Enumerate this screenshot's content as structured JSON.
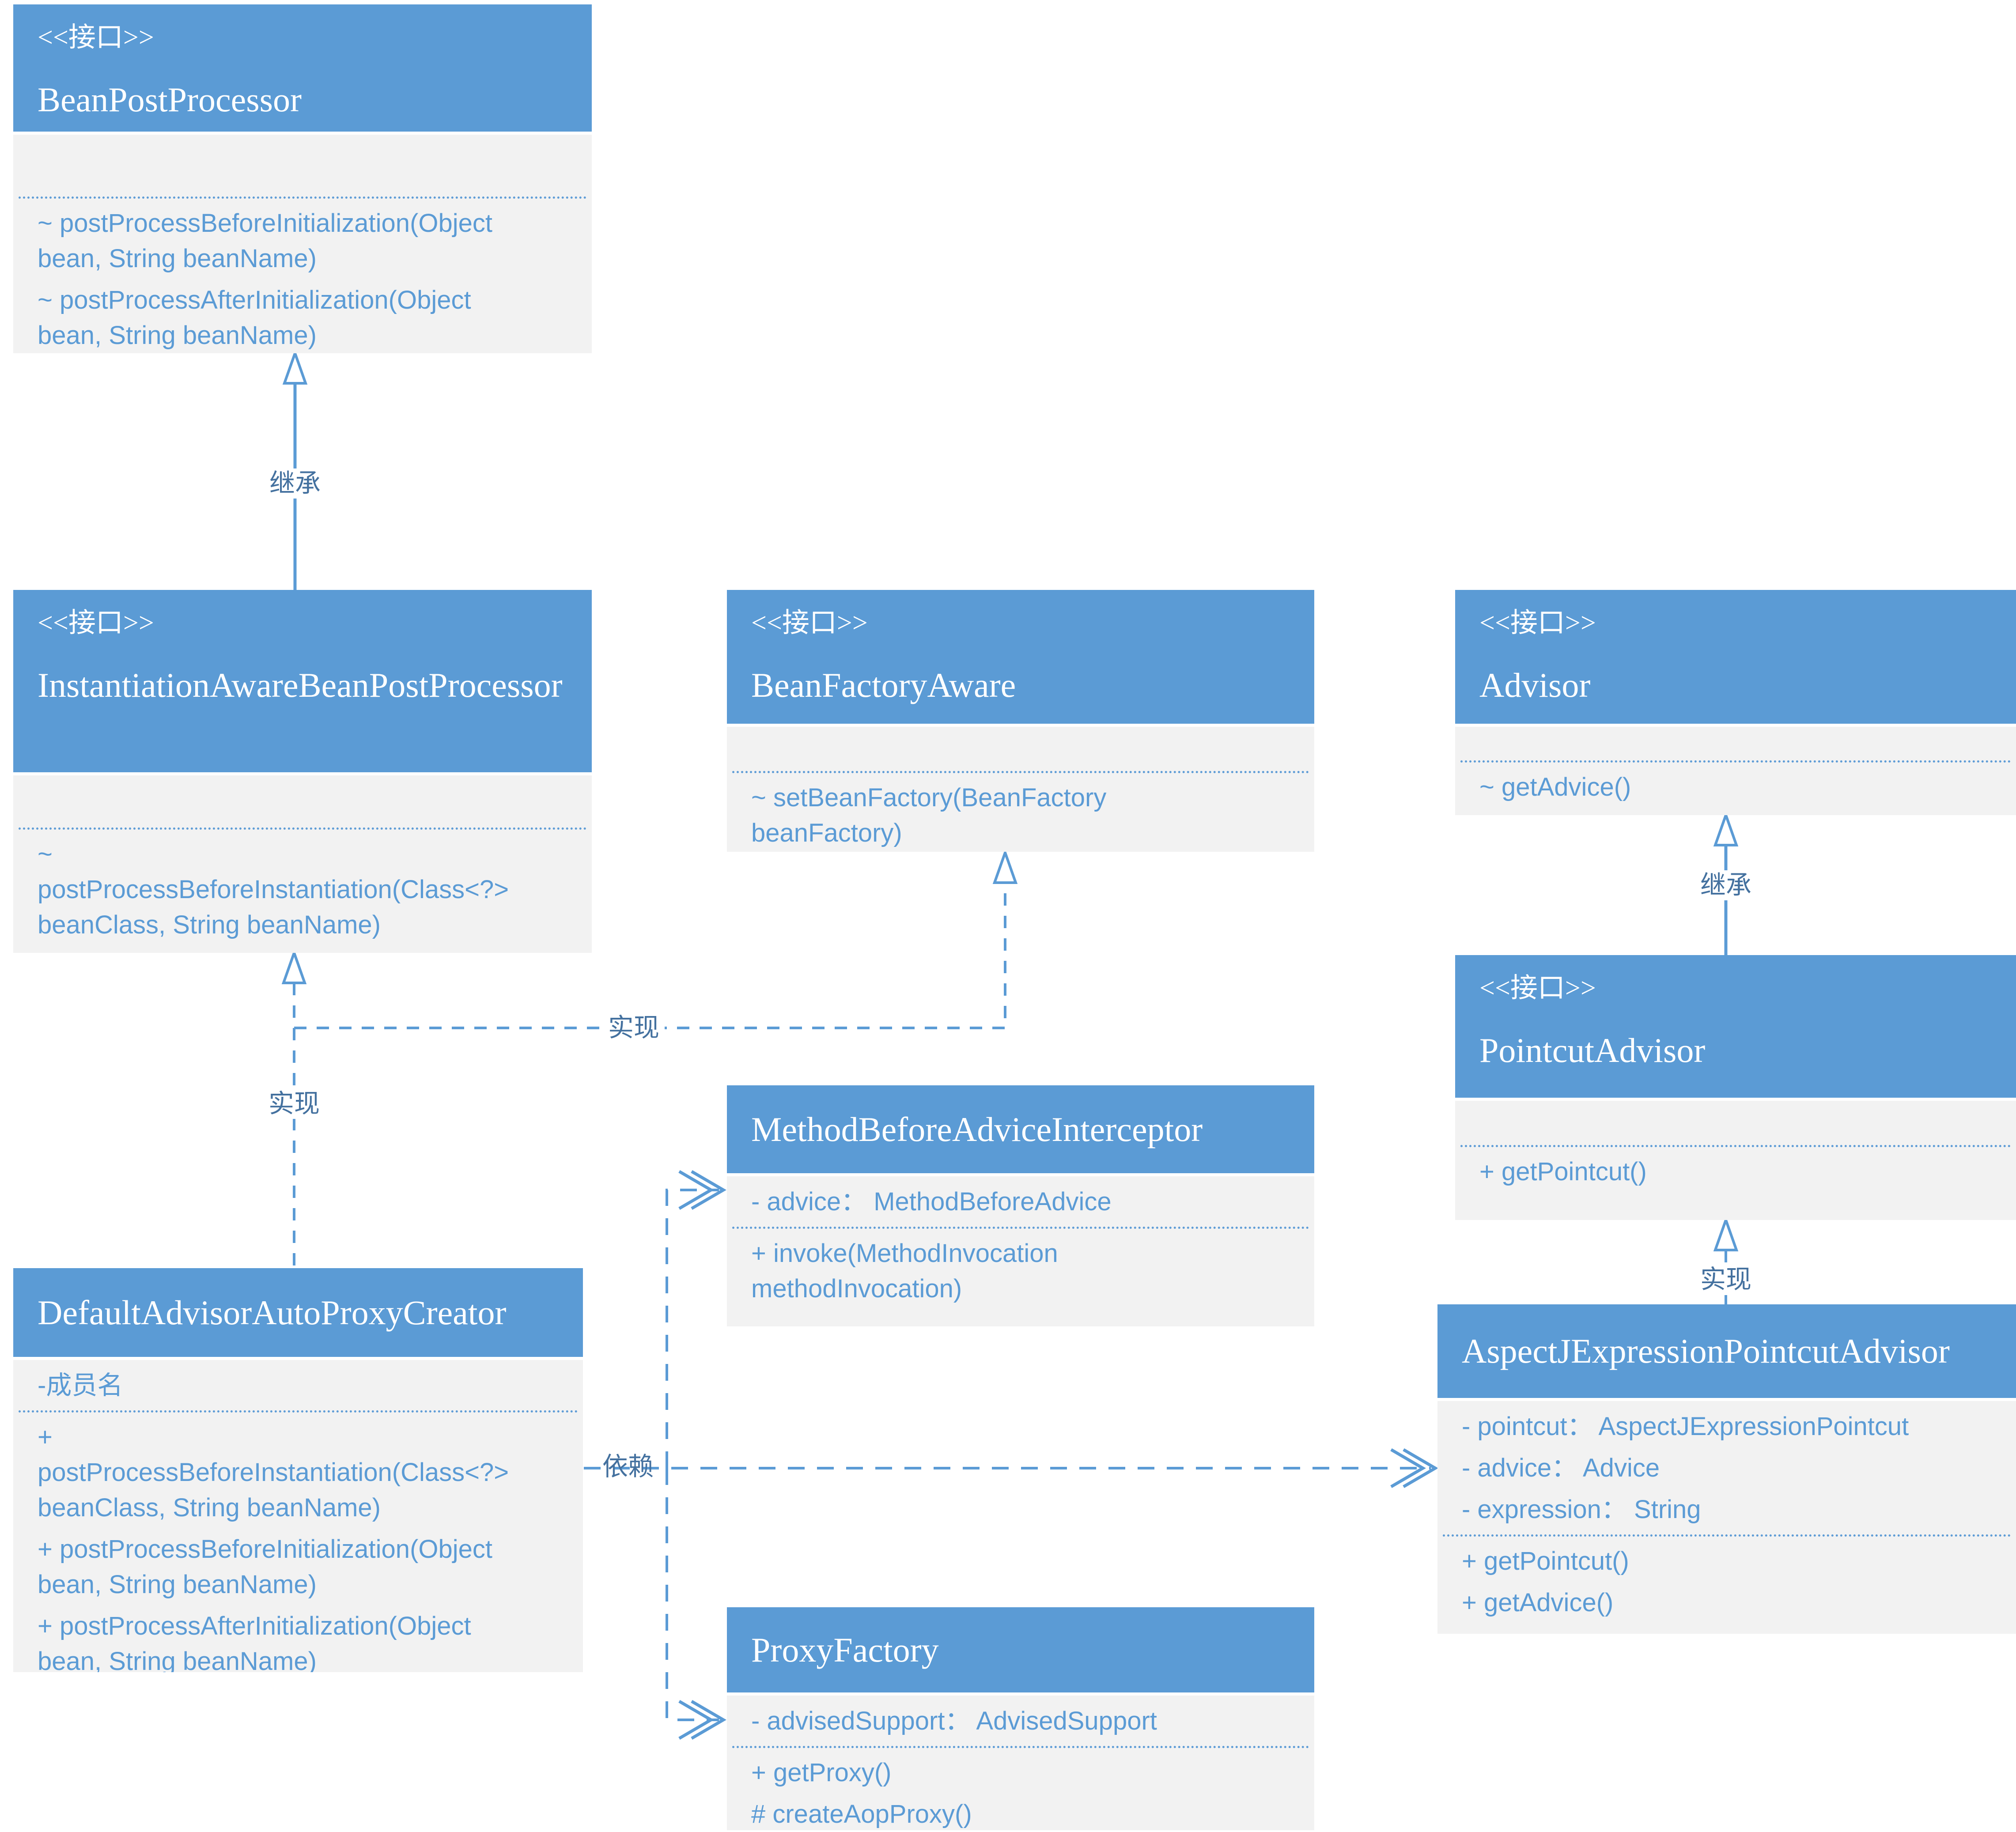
{
  "colors": {
    "header_blue": "#5B9BD5",
    "body_gray": "#F2F2F2",
    "member_text_blue": "#5B9BD5",
    "connector_blue": "#5B9BD5",
    "relation_label_blue": "#44719F",
    "header_text": "#FFFFFF"
  },
  "classes": {
    "bpp": {
      "stereotype": "<<接口>>",
      "name": "BeanPostProcessor",
      "methods": [
        "~ postProcessBeforeInitialization(Object\nbean, String beanName)",
        "~ postProcessAfterInitialization(Object\nbean, String beanName)"
      ]
    },
    "iabpp": {
      "stereotype": "<<接口>>",
      "name": "InstantiationAwareBeanPostProcessor",
      "methods": [
        "~\npostProcessBeforeInstantiation(Class<?>\nbeanClass, String beanName)"
      ]
    },
    "bfa": {
      "stereotype": "<<接口>>",
      "name": "BeanFactoryAware",
      "methods": [
        "~ setBeanFactory(BeanFactory\nbeanFactory)"
      ]
    },
    "advisor": {
      "stereotype": "<<接口>>",
      "name": "Advisor",
      "methods": [
        "~ getAdvice()"
      ]
    },
    "pointcutAdvisor": {
      "stereotype": "<<接口>>",
      "name": "PointcutAdvisor",
      "methods": [
        "+ getPointcut()"
      ]
    },
    "mbai": {
      "name": "MethodBeforeAdviceInterceptor",
      "attributes": [
        "- advice： MethodBeforeAdvice"
      ],
      "methods": [
        "+ invoke(MethodInvocation\nmethodInvocation)"
      ]
    },
    "dapc": {
      "name": "DefaultAdvisorAutoProxyCreator",
      "attributes": [
        "-成员名"
      ],
      "methods": [
        "+\npostProcessBeforeInstantiation(Class<?>\nbeanClass, String beanName)",
        "+ postProcessBeforeInitialization(Object\nbean, String beanName)",
        "+ postProcessAfterInitialization(Object\nbean, String beanName)"
      ]
    },
    "ajepa": {
      "name": "AspectJExpressionPointcutAdvisor",
      "attributes": [
        "- pointcut： AspectJExpressionPointcut",
        "- advice： Advice",
        "- expression： String"
      ],
      "methods": [
        "+ getPointcut()",
        "+ getAdvice()"
      ]
    },
    "pf": {
      "name": "ProxyFactory",
      "attributes": [
        "- advisedSupport： AdvisedSupport"
      ],
      "methods": [
        "+ getProxy()",
        "# createAopProxy()"
      ]
    }
  },
  "relations": {
    "inherit_left": {
      "label": "继承",
      "from": "InstantiationAwareBeanPostProcessor",
      "to": "BeanPostProcessor",
      "type": "inheritance"
    },
    "realize_left": {
      "label": "实现",
      "from": "DefaultAdvisorAutoProxyCreator",
      "to": "InstantiationAwareBeanPostProcessor",
      "type": "realization"
    },
    "realize_bfa": {
      "label": "实现",
      "from": "DefaultAdvisorAutoProxyCreator",
      "to": "BeanFactoryAware",
      "type": "realization"
    },
    "inherit_right": {
      "label": "继承",
      "from": "PointcutAdvisor",
      "to": "Advisor",
      "type": "inheritance"
    },
    "realize_right": {
      "label": "实现",
      "from": "AspectJExpressionPointcutAdvisor",
      "to": "PointcutAdvisor",
      "type": "realization"
    },
    "depend": {
      "label": "依赖",
      "from": "DefaultAdvisorAutoProxyCreator",
      "to": "MethodBeforeAdviceInterceptor / AspectJExpressionPointcutAdvisor / ProxyFactory",
      "type": "dependency"
    }
  }
}
